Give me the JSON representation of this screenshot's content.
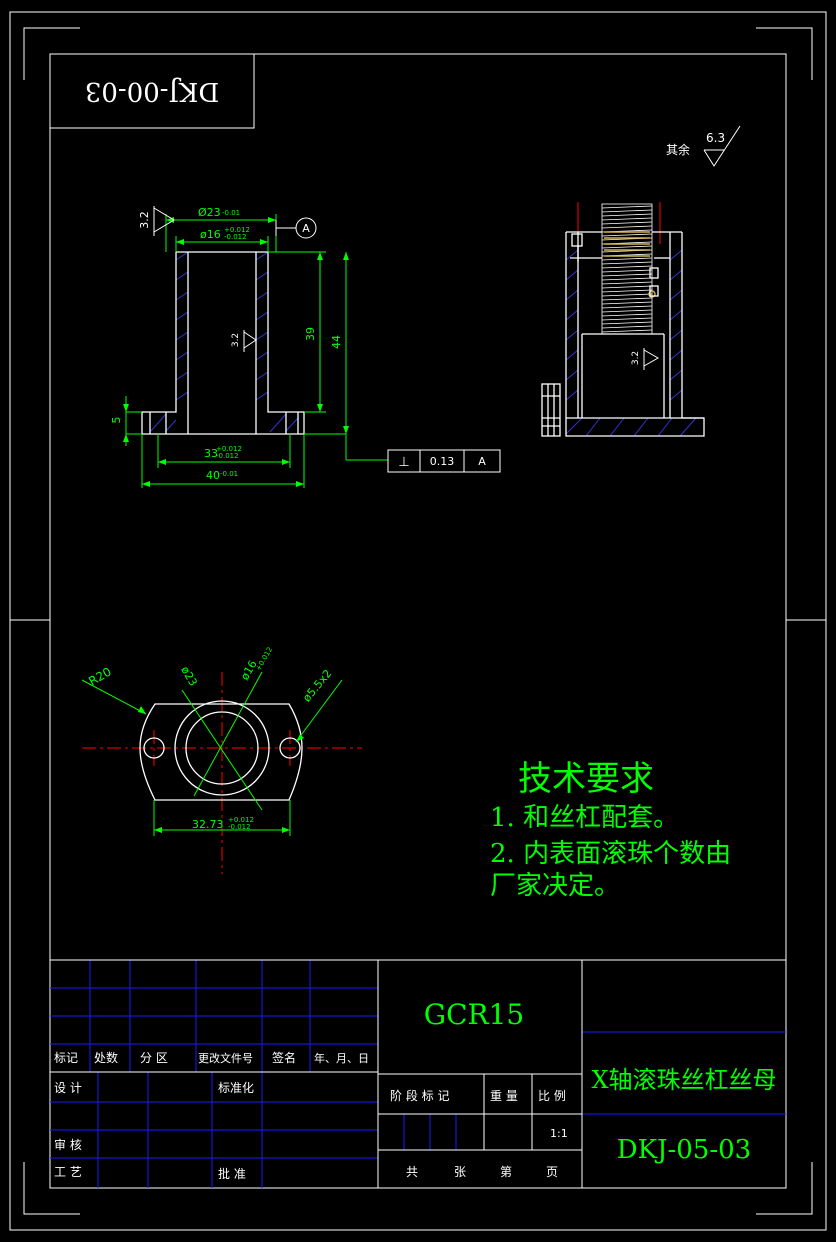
{
  "colors": {
    "background": "#000000",
    "frame": "#ffffff",
    "part": "#ffffff",
    "dimension": "#00ff00",
    "centerline": "#ff0000",
    "hatch": "#3333cc",
    "grid": "#1a1aff",
    "gold": "#d4b24a"
  },
  "corner_label": "DKJ-00-03",
  "roughness_other": {
    "label": "其余",
    "value": "6.3"
  },
  "front_view": {
    "roughness_outer": "3.2",
    "roughness_inner": "3.2",
    "dia_outer": "Ø23",
    "dia_outer_tol": "-0.01",
    "dia_inner": "ø16",
    "dia_inner_tol_up": "+0.012",
    "dia_inner_tol_low": "-0.012",
    "datum": "A",
    "height_inner": "39",
    "height_total": "44",
    "flange_thickness": "5",
    "flange_inner_width": "33",
    "flange_inner_tol_up": "+0.012",
    "flange_inner_tol_low": "-0.012",
    "flange_width": "40",
    "flange_width_tol": "-0.01",
    "tolerance_symbol": "⊥",
    "tolerance_value": "0.13",
    "tolerance_datum": "A"
  },
  "section_view": {
    "roughness": "3.2"
  },
  "top_view": {
    "radius": "R20",
    "dia_23": "ø23",
    "dia_16": "ø16",
    "dia_16_tol": "+0.012",
    "hole": "ø5.5x2",
    "span": "32.73",
    "span_tol_up": "+0.012",
    "span_tol_low": "-0.012"
  },
  "tech_requirements": {
    "title": "技术要求",
    "lines": [
      "1. 和丝杠配套。",
      "2. 内表面滚珠个数由",
      "厂家决定。"
    ]
  },
  "title_block": {
    "material": "GCR15",
    "part_name": "X轴滚珠丝杠丝母",
    "drawing_no": "DKJ-05-03",
    "scale_value": "1:1",
    "rev_headers": [
      "标记",
      "处数",
      "分 区",
      "更改文件号",
      "签名",
      "年、月、日"
    ],
    "design": "设 计",
    "standardize": "标准化",
    "review": "审 核",
    "process": "工 艺",
    "approve": "批 准",
    "stage_mark": "阶 段 标 记",
    "weight": "重 量",
    "scale": "比 例",
    "total": "共",
    "sheets": "张",
    "nth": "第",
    "page": "页"
  }
}
